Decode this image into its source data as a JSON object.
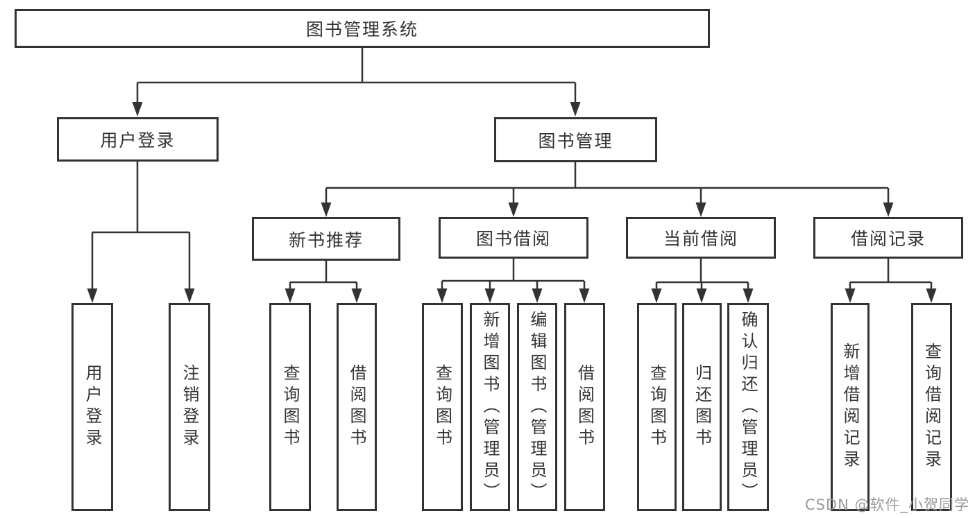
{
  "nodes": {
    "root": {
      "label": "图书管理系统"
    },
    "level2": {
      "user_login": {
        "label": "用户登录"
      },
      "book_mgmt": {
        "label": "图书管理"
      }
    },
    "user_login_children": {
      "login": {
        "label": "用户登录"
      },
      "logout": {
        "label": "注销登录"
      }
    },
    "book_mgmt_children": {
      "new_book_rec": {
        "label": "新书推荐"
      },
      "book_borrow": {
        "label": "图书借阅"
      },
      "current_borrow": {
        "label": "当前借阅"
      },
      "borrow_records": {
        "label": "借阅记录"
      }
    },
    "new_book_rec_children": {
      "query_books": {
        "label": "查询图书"
      },
      "borrow_books": {
        "label": "借阅图书"
      }
    },
    "book_borrow_children": {
      "query_books": {
        "label": "查询图书"
      },
      "add_books": {
        "label": "新增图书（管理员）"
      },
      "edit_books": {
        "label": "编辑图书（管理员）"
      },
      "borrow_books": {
        "label": "借阅图书"
      }
    },
    "current_borrow_children": {
      "query_books": {
        "label": "查询图书"
      },
      "return_books": {
        "label": "归还图书"
      },
      "confirm_return": {
        "label": "确认归还（管理员）"
      }
    },
    "borrow_records_children": {
      "add_record": {
        "label": "新增借阅记录"
      },
      "query_record": {
        "label": "查询借阅记录"
      }
    }
  },
  "watermark": {
    "text": "CSDN @软件_小贺同学"
  },
  "colors": {
    "line": "#333333",
    "text": "#333333",
    "watermark": "#9b9b9b",
    "background": "#ffffff"
  }
}
